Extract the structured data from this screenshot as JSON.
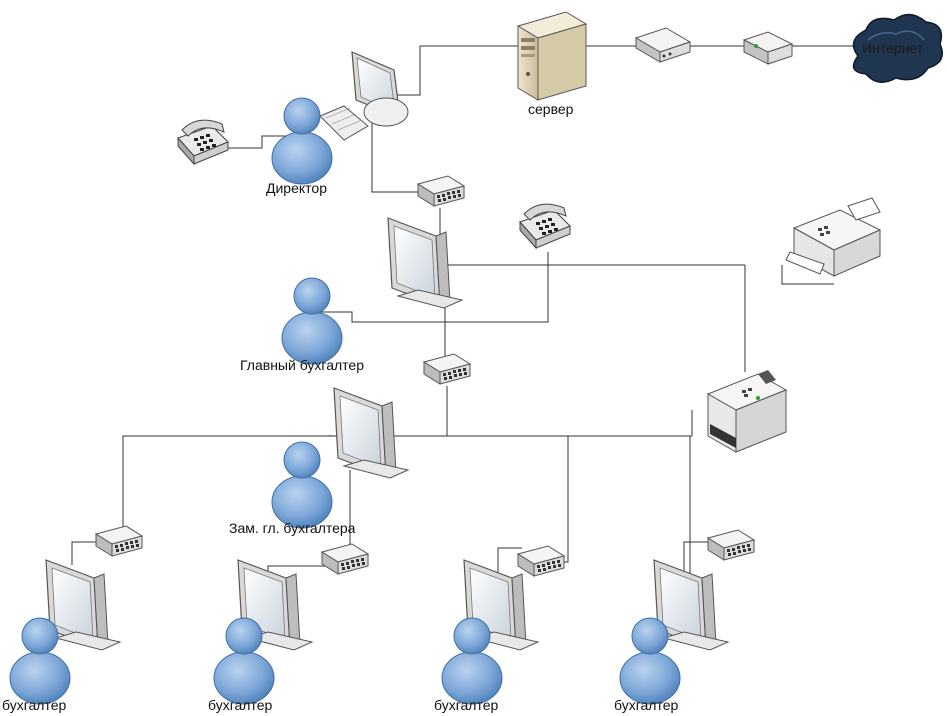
{
  "labels": {
    "internet": "Интернет",
    "server": "сервер",
    "director": "Директор",
    "chief_accountant": "Главный бухгалтер",
    "deputy_chief_accountant": "Зам. гл. бухгалтера",
    "accountant_1": "бухгалтер",
    "accountant_2": "бухгалтер",
    "accountant_3": "бухгалтер",
    "accountant_4": "бухгалтер"
  },
  "colors": {
    "person": "#7ea8d8",
    "person_dark": "#4d7fb8",
    "device": "#e6e6e6",
    "device_edge": "#555555",
    "line": "#333333",
    "cloud": "#1f3550"
  }
}
